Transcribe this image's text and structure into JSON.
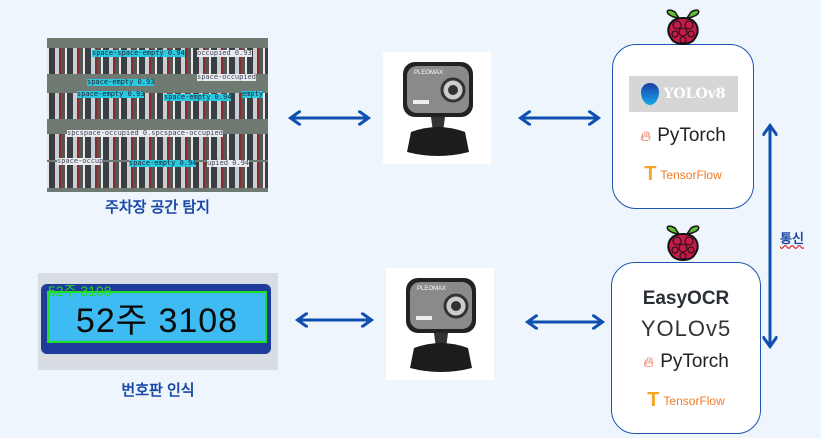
{
  "parking": {
    "caption": "주차장 공간 탐지",
    "detections": [
      "space-space-empty 0.94",
      "occupied 0.93",
      "space-empty 0.93",
      "space-occupied",
      "space-empty 0.93",
      "space-empty 0.94",
      "empty",
      "spcspace-occupied 0.spcspace-occupied",
      "space-occup",
      "space-empty 0.94",
      "upied 0.94"
    ]
  },
  "plate": {
    "caption": "번호판 인식",
    "detected_text": "52주 3108",
    "plate_number": "52주 3108"
  },
  "webcam": {
    "brand": "PLEOMAX"
  },
  "server1": {
    "items": [
      "YOLOv8",
      "PyTorch",
      "TensorFlow"
    ]
  },
  "server2": {
    "items": [
      "EasyOCR",
      "YOLOv5",
      "PyTorch",
      "TensorFlow"
    ]
  },
  "link_label": "통신",
  "colors": {
    "arrow": "#0f4fae",
    "box_border": "#1d55b0",
    "caption": "#1948a8",
    "pytorch": "#ee4c2c",
    "tensorflow": "#f0792a",
    "detection": "#29c9e0"
  }
}
